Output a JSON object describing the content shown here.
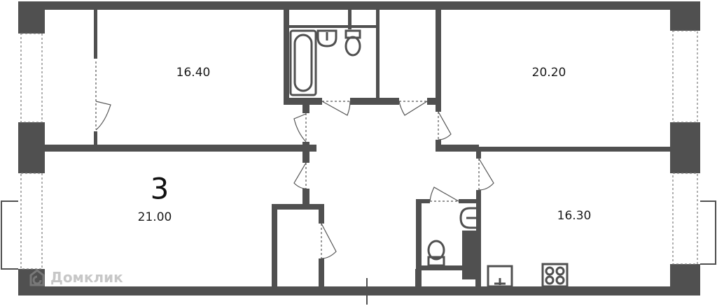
{
  "plan": {
    "rooms_count": "3",
    "rooms": [
      {
        "id": "bedroom-top-left",
        "area": "16.40"
      },
      {
        "id": "bedroom-top-right",
        "area": "20.20"
      },
      {
        "id": "living-room",
        "area": "21.00"
      },
      {
        "id": "kitchen",
        "area": "16.30"
      }
    ],
    "colors": {
      "wall": "#505050",
      "fixture": "#505050",
      "background": "#ffffff"
    },
    "icons": [
      "bathtub-icon",
      "sink-icon",
      "toilet-icon",
      "stove-icon",
      "kitchen-sink-icon",
      "door-swing-icon",
      "window-icon"
    ]
  },
  "watermark": {
    "text": "Домклик"
  }
}
